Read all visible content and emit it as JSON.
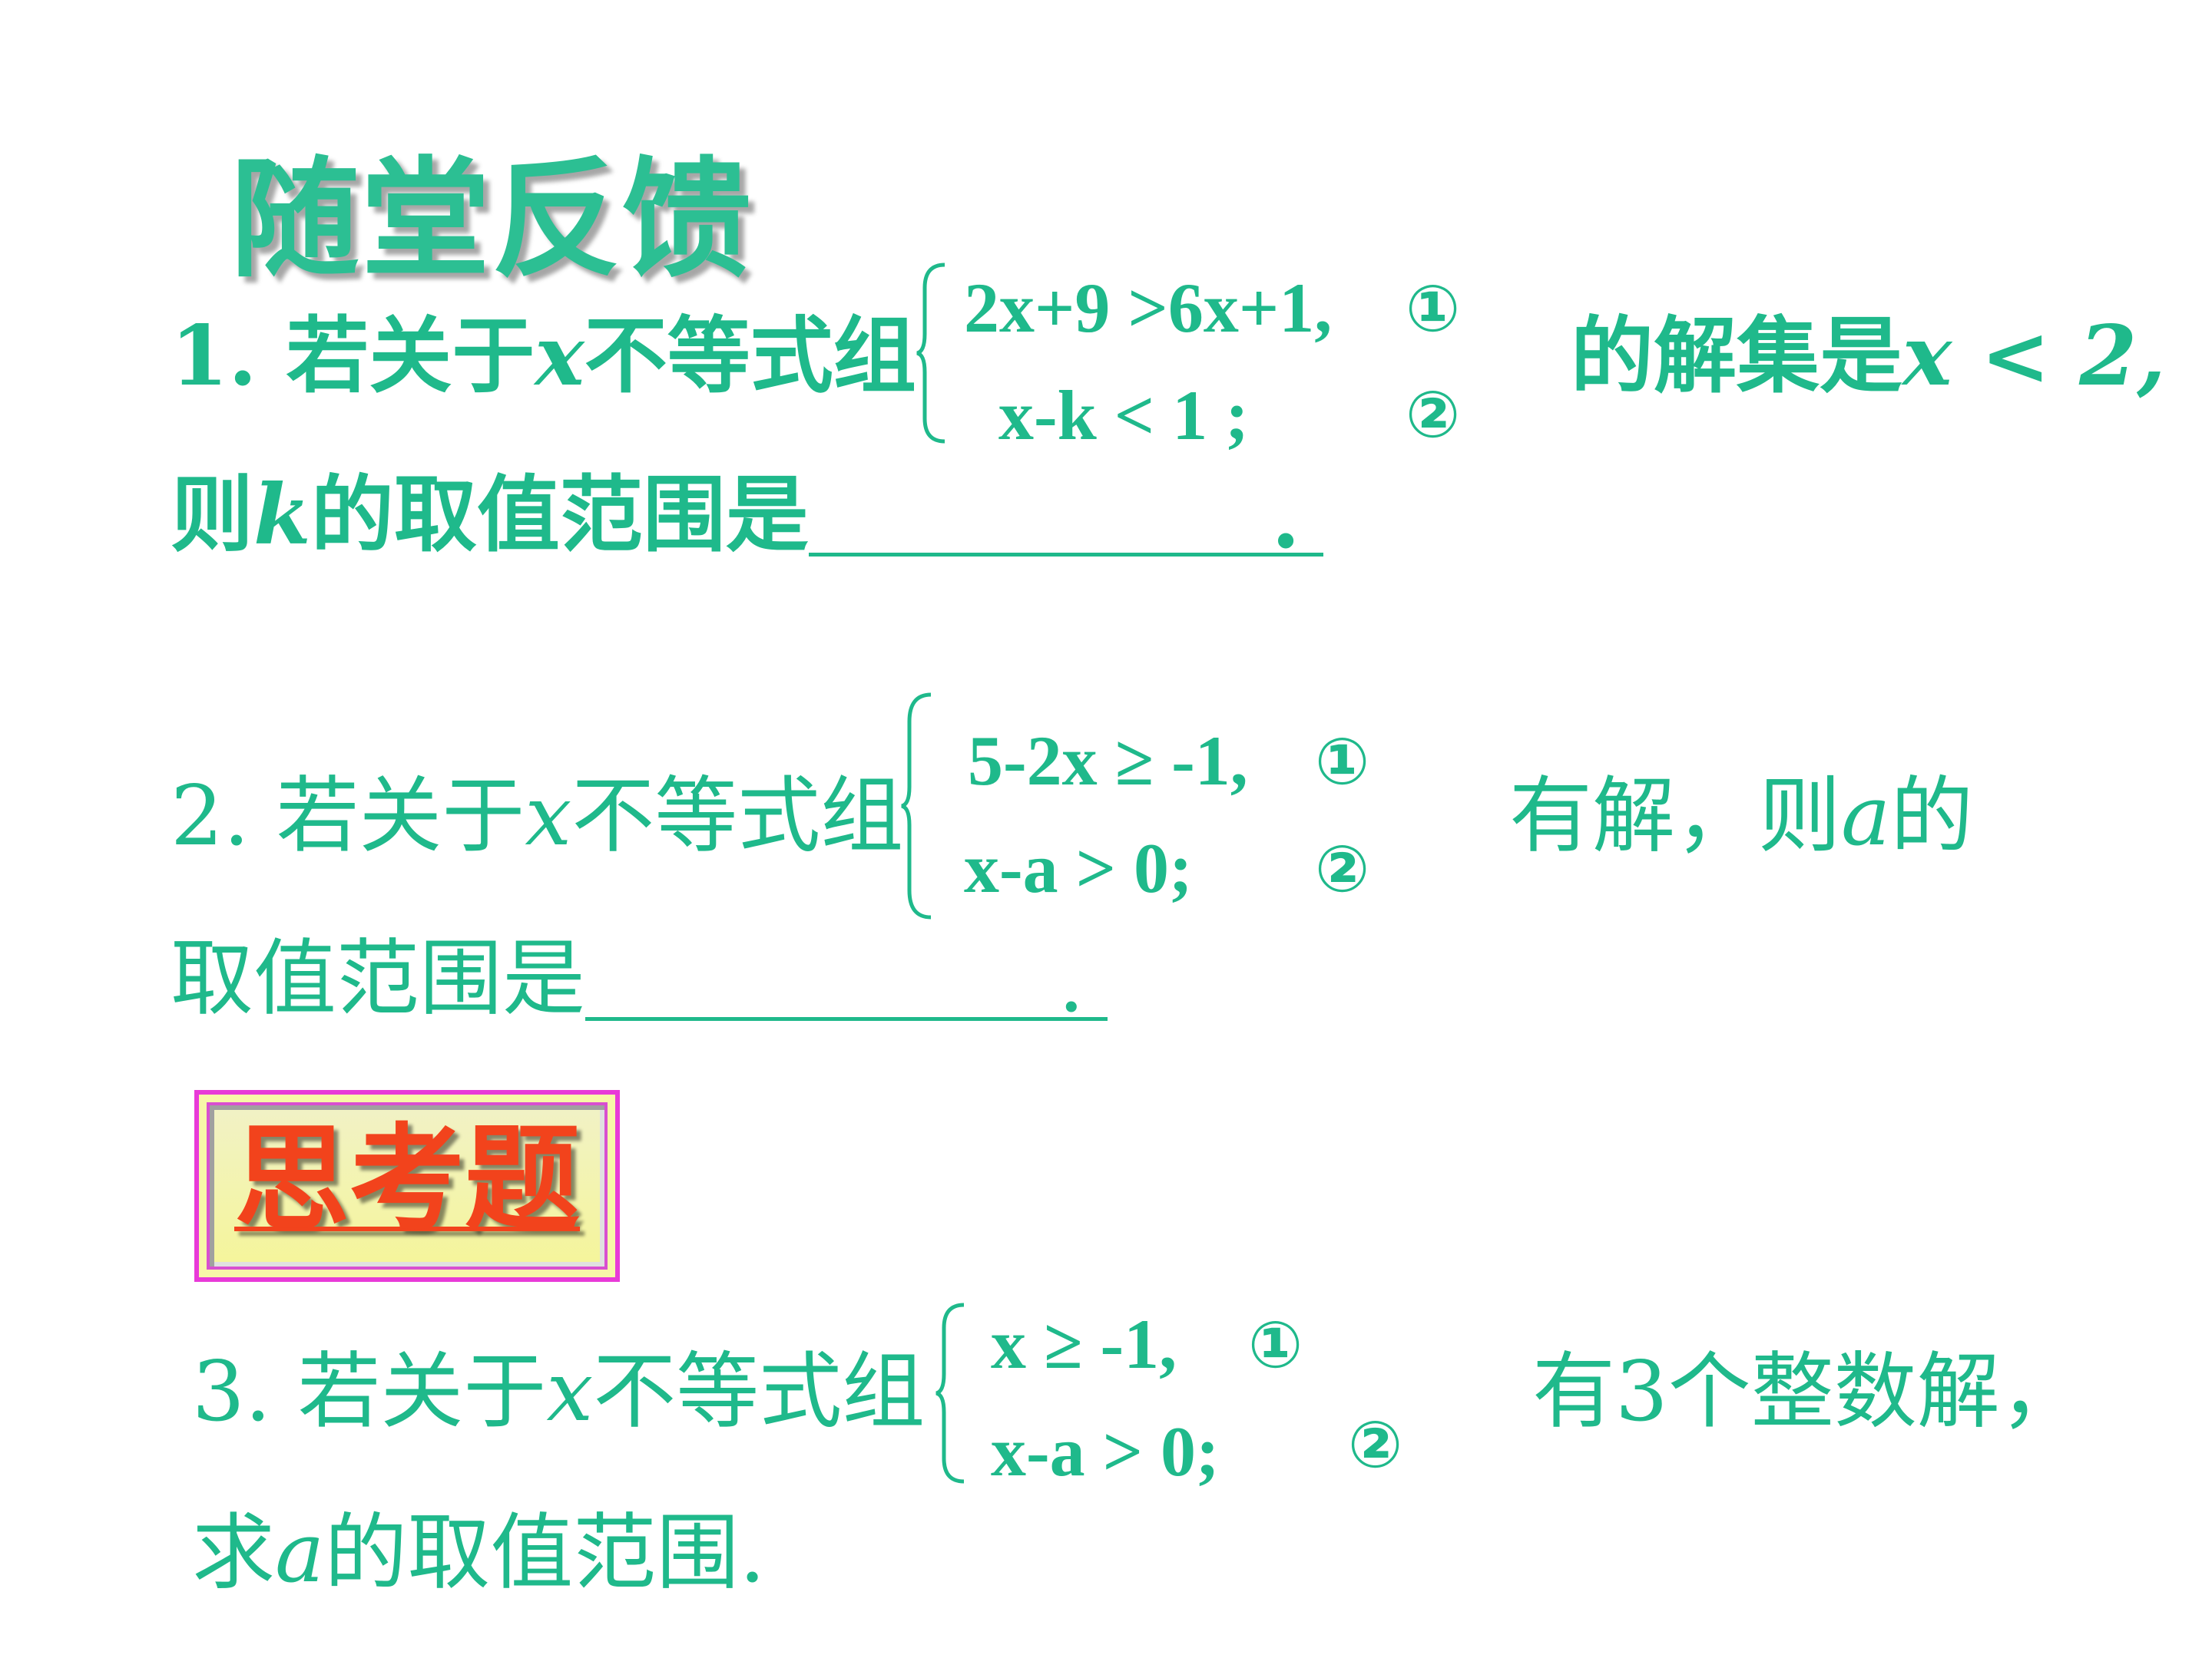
{
  "title": "随堂反馈",
  "q1": {
    "prefix": "1. 若关于",
    "var": "x",
    "mid": "不等式组",
    "eq1": "2x+9 >6x+1,",
    "eq2": "x-k < 1 ;",
    "mark1": "①",
    "mark2": "②",
    "suffix": "的解集是",
    "cond": "x < 2,",
    "line2a": "则",
    "line2var": "k",
    "line2b": "的取值范围是",
    "dot": "."
  },
  "q2": {
    "prefix": "2. 若关于",
    "var": "x",
    "mid": "不等式组",
    "eq1": "5-2x ≥ -1,",
    "eq2": "x-a > 0;",
    "mark1": "①",
    "mark2": "②",
    "suffix_a": "有解，则",
    "suffix_var": "a",
    "suffix_b": "的",
    "line2": "取值范围是",
    "dot": "."
  },
  "think_label": "思考题",
  "q3": {
    "prefix": "3. 若关于",
    "var": "x",
    "mid": "不等式组",
    "eq1": "x ≥ -1,",
    "eq2": "x-a > 0;",
    "mark1": "①",
    "mark2": "②",
    "suffix": "有3个整数解，",
    "line2a": "求",
    "line2var": "a",
    "line2b": "的取值范围."
  }
}
